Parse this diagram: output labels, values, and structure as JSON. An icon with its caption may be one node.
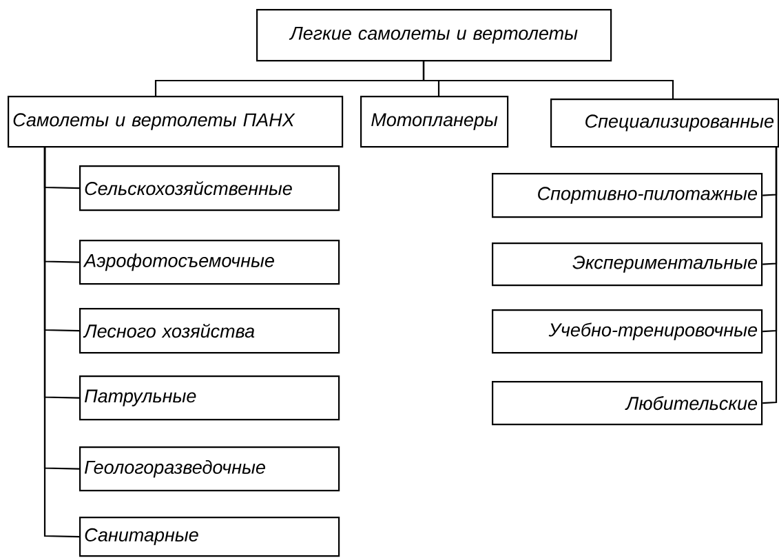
{
  "diagram": {
    "nodes": [
      {
        "text": [
          "Легкие самолеты и вертолеты"
        ]
      },
      {
        "text": [
          "Самолеты и вертолеты ПАНХ"
        ]
      },
      {
        "text": [
          "Мотопланеры"
        ]
      },
      {
        "text": [
          "Специализированные"
        ]
      },
      {
        "text": [
          "Сельскохозяйственные"
        ]
      },
      {
        "text": [
          "Аэрофотосъемочные"
        ]
      },
      {
        "text": [
          "Лесного хозяйства"
        ]
      },
      {
        "text": [
          "Патрульные"
        ]
      },
      {
        "text": [
          "Геологоразведочные"
        ]
      },
      {
        "text": [
          "Санитарные"
        ]
      },
      {
        "text": [
          "Спортивно-пилотажные"
        ]
      },
      {
        "text": [
          "Экспериментальные"
        ]
      },
      {
        "text": [
          "Учебно-тренировочные"
        ]
      },
      {
        "text": [
          "Любительские"
        ]
      }
    ],
    "edges": [
      {
        "from": 0,
        "to": 1,
        "arrow": "none"
      },
      {
        "from": 0,
        "to": 2,
        "arrow": "none"
      },
      {
        "from": 0,
        "to": 3,
        "arrow": "none"
      },
      {
        "from": 1,
        "to": 4,
        "arrow": "none"
      },
      {
        "from": 1,
        "to": 5,
        "arrow": "none"
      },
      {
        "from": 1,
        "to": 6,
        "arrow": "none"
      },
      {
        "from": 1,
        "to": 7,
        "arrow": "none"
      },
      {
        "from": 1,
        "to": 8,
        "arrow": "none"
      },
      {
        "from": 1,
        "to": 9,
        "arrow": "none"
      },
      {
        "from": 3,
        "to": 10,
        "arrow": "none"
      },
      {
        "from": 3,
        "to": 11,
        "arrow": "none"
      },
      {
        "from": 3,
        "to": 12,
        "arrow": "none"
      },
      {
        "from": 3,
        "to": 13,
        "arrow": "none"
      }
    ]
  }
}
